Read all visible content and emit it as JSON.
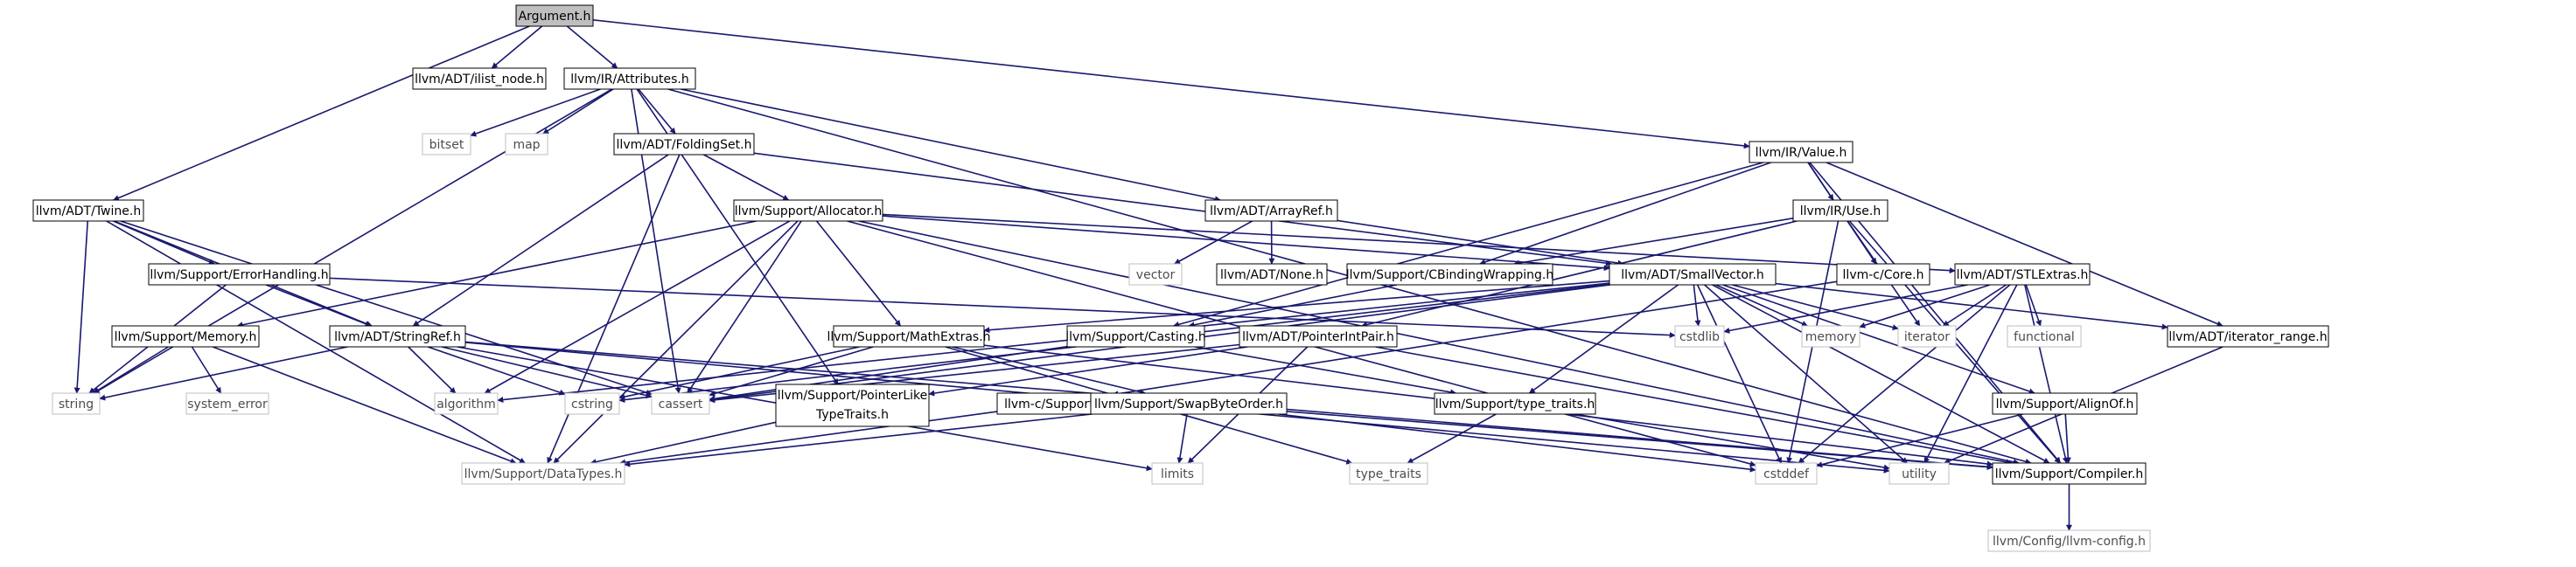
{
  "colors": {
    "root_fill": "#bfbfbf",
    "node_fill": "#ffffff",
    "node_border": "#000000",
    "system_border": "#bfbfbf",
    "text": "#000000",
    "system_text": "#4d4d4d",
    "edge": "#191970",
    "background": "#ffffff"
  },
  "nodes": {
    "argument_h": "Argument.h",
    "ilist_node_h": "llvm/ADT/ilist_node.h",
    "attributes_h": "llvm/IR/Attributes.h",
    "value_h": "llvm/IR/Value.h",
    "twine_h": "llvm/ADT/Twine.h",
    "bitset": "bitset",
    "map": "map",
    "foldingset_h": "llvm/ADT/FoldingSet.h",
    "use_h": "llvm/IR/Use.h",
    "allocator_h": "llvm/Support/Allocator.h",
    "arrayref_h": "llvm/ADT/ArrayRef.h",
    "errorhandling_h": "llvm/Support/ErrorHandling.h",
    "vector": "vector",
    "none_h": "llvm/ADT/None.h",
    "cbindingwrapping_h": "llvm/Support/CBindingWrapping.h",
    "smallvector_h": "llvm/ADT/SmallVector.h",
    "core_h": "llvm-c/Core.h",
    "stlextras_h": "llvm/ADT/STLExtras.h",
    "memory_h": "llvm/Support/Memory.h",
    "stringref_h": "llvm/ADT/StringRef.h",
    "mathextras_h": "llvm/Support/MathExtras.h",
    "casting_h": "llvm/Support/Casting.h",
    "pointerintpair_h": "llvm/ADT/PointerIntPair.h",
    "cstdlib": "cstdlib",
    "memory": "memory",
    "iterator": "iterator",
    "functional": "functional",
    "iterator_range_h": "llvm/ADT/iterator_range.h",
    "string": "string",
    "system_error": "system_error",
    "algorithm": "algorithm",
    "cstring": "cstring",
    "cassert": "cassert",
    "pointerliketypetraits_h_1": "llvm/Support/PointerLike",
    "pointerliketypetraits_h_2": "TypeTraits.h",
    "support_h": "llvm-c/Support.h",
    "swapbyteorder_h": "llvm/Support/SwapByteOrder.h",
    "type_traits_h": "llvm/Support/type_traits.h",
    "alignof_h": "llvm/Support/AlignOf.h",
    "datatypes_h": "llvm/Support/DataTypes.h",
    "limits": "limits",
    "type_traits": "type_traits",
    "cstddef": "cstddef",
    "utility": "utility",
    "compiler_h": "llvm/Support/Compiler.h",
    "llvm_config_h": "llvm/Config/llvm-config.h"
  }
}
